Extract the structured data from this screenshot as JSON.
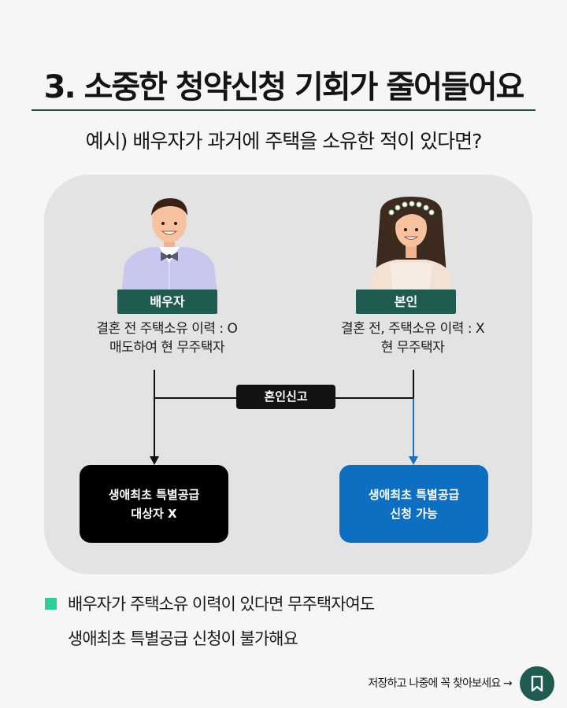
{
  "header": {
    "title": "3. 소중한 청약신청 기회가 줄어들어요",
    "subtitle": "예시) 배우자가 과거에 주택을 소유한 적이 있다면?"
  },
  "diagram": {
    "left": {
      "tag": "배우자",
      "line1": "결혼 전 주택소유 이력 : O",
      "line2": "매도하여 현 무주택자",
      "result_line1": "생애최초 특별공급",
      "result_line2": "대상자 X",
      "result_color": "#000000"
    },
    "right": {
      "tag": "본인",
      "line1": "결혼 전, 주택소유 이력 : X",
      "line2": "현 무주택자",
      "result_line1": "생애최초 특별공급",
      "result_line2": "신청 가능",
      "result_color": "#0d6fc2"
    },
    "marriage_label": "혼인신고"
  },
  "note": {
    "line1": "배우자가 주택소유 이력이 있다면 무주택자여도",
    "line2": "생애최초 특별공급 신청이 불가해요",
    "bullet_color": "#2fcd9a"
  },
  "footer": {
    "save_text": "저장하고 나중에 꼭 찾아보세요 →",
    "icon": "bookmark-icon"
  },
  "colors": {
    "accent": "#1f5b50",
    "panel": "#e3e3e3"
  }
}
